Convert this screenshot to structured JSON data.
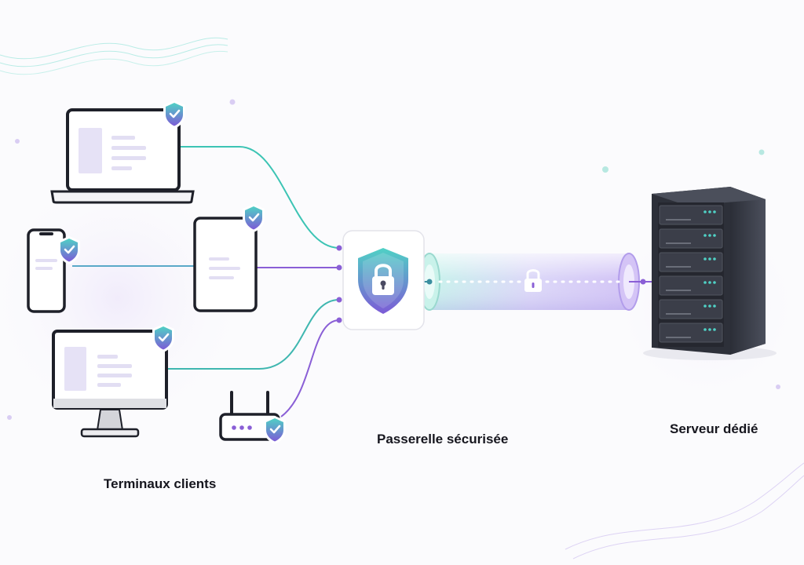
{
  "labels": {
    "clients": "Terminaux clients",
    "gateway": "Passerelle sécurisée",
    "server": "Serveur dédié"
  },
  "colors": {
    "teal": "#3cc4b4",
    "violet": "#8a5fd6",
    "slate": "#4a7fc1",
    "device_stroke": "#1e2029",
    "server_body": "#3a3d48",
    "server_led": "#4fd1c5",
    "text": "#16161e"
  },
  "icons": {
    "shield_check": "shield-check-icon",
    "gateway_lock": "shield-lock-icon",
    "tunnel_lock": "padlock-icon"
  }
}
